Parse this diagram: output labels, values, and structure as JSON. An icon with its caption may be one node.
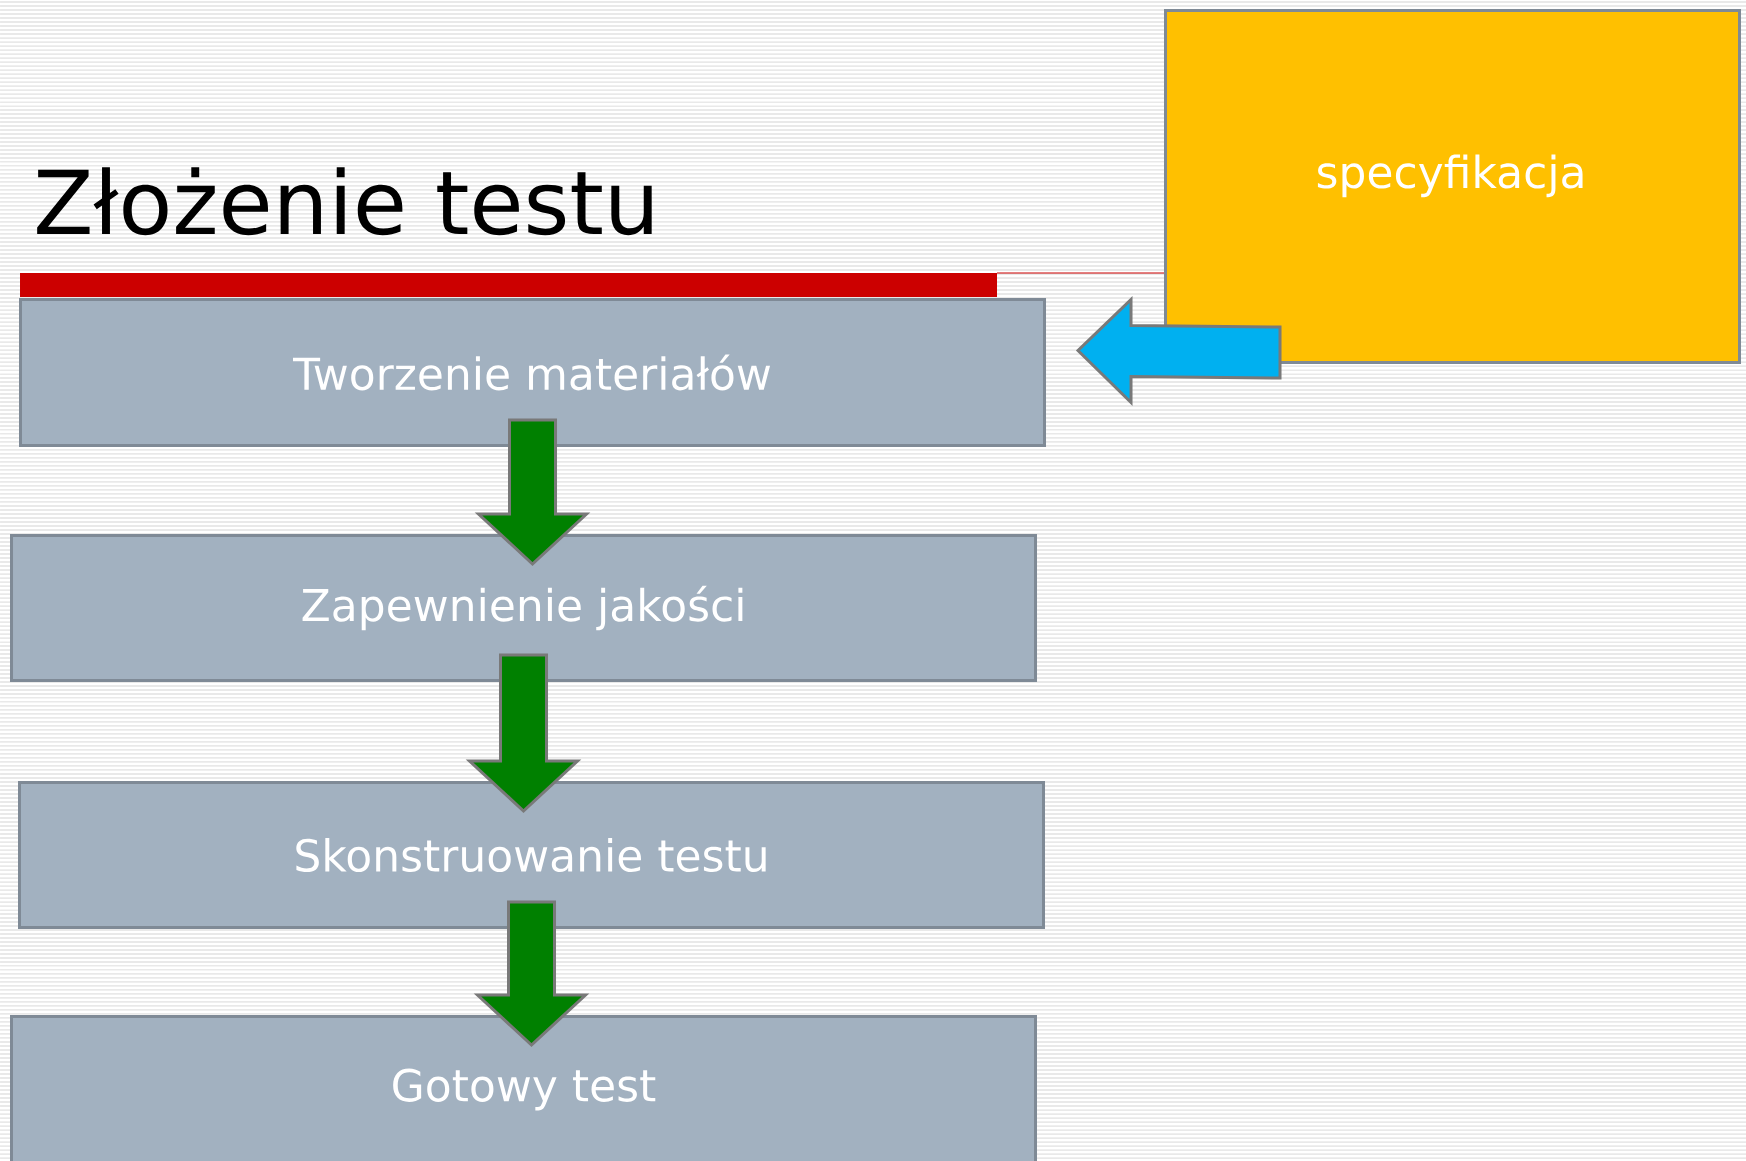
{
  "diagram": {
    "title": "Złożenie testu",
    "nodes": [
      {
        "text": [
          "specyfikacja"
        ]
      },
      {
        "text": [
          "Tworzenie materiałów"
        ]
      },
      {
        "text": [
          "Zapewnienie jakości"
        ]
      },
      {
        "text": [
          "Skonstruowanie testu"
        ]
      },
      {
        "text": [
          "Gotowy test"
        ]
      }
    ],
    "edges": [
      {
        "from": 0,
        "to": 1,
        "arrow": "to",
        "color": "#00b0f0"
      },
      {
        "from": 1,
        "to": 2,
        "arrow": "to"
      },
      {
        "from": 2,
        "to": 3,
        "arrow": "to"
      },
      {
        "from": 3,
        "to": 4,
        "arrow": "to"
      }
    ]
  }
}
